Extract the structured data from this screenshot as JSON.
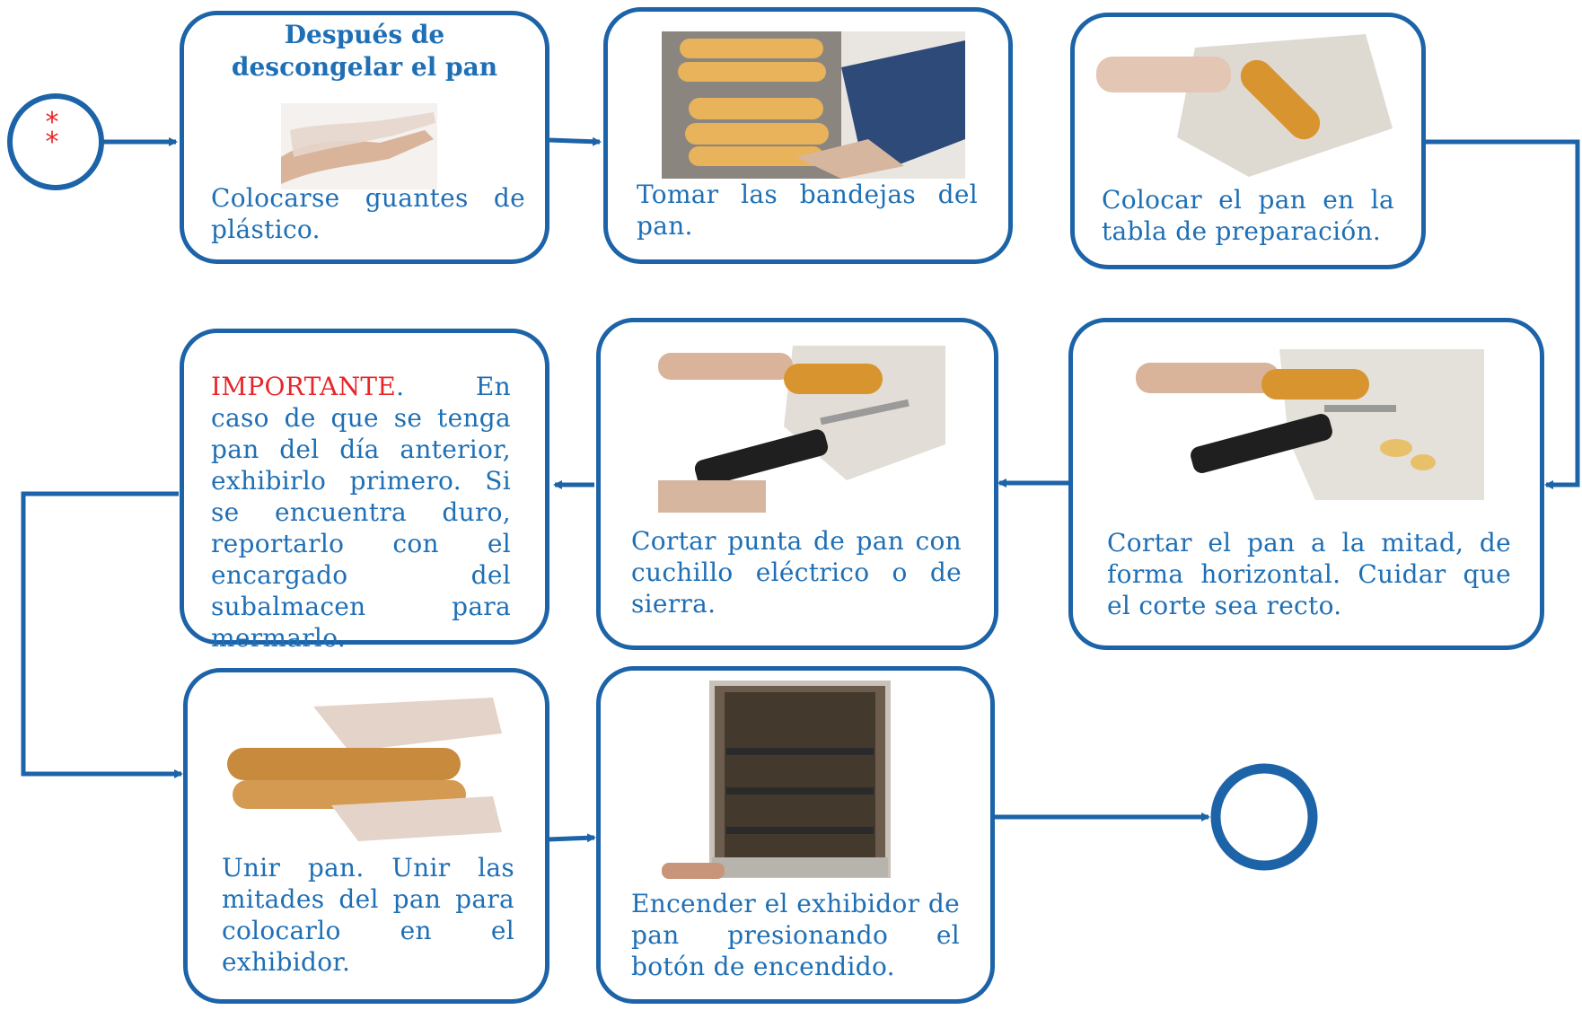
{
  "start_connector": {
    "symbol": "*\n*",
    "color": "#e8262a"
  },
  "end_connector": {
    "label": ""
  },
  "colors": {
    "box_border": "#1c63a8",
    "text": "#1e6fb5",
    "arrow": "#1c63a8",
    "important": "#e8262a"
  },
  "steps": [
    {
      "heading": "Después de descongelar el pan",
      "text": "Colocarse guantes de plástico.",
      "image": "gloved-hands-photo"
    },
    {
      "text": "Tomar las bandejas del pan.",
      "image": "bread-trays-photo"
    },
    {
      "text": "Colocar el pan en la tabla de preparación.",
      "image": "bread-on-board-photo"
    },
    {
      "text": "Cortar el pan a la mitad, de forma horizontal.  Cuidar que el corte sea recto.",
      "image": "slicing-bread-photo"
    },
    {
      "text": "Cortar punta de pan con cuchillo eléctrico o de sierra.",
      "image": "cutting-tip-photo"
    },
    {
      "important_label": "IMPORTANTE",
      "text": ". En caso de que se tenga pan del día anterior, exhibirlo primero. Si se encuentra duro, reportarlo con el encargado del subalmacen para mermarlo."
    },
    {
      "text": "Unir pan. Unir las mitades del pan para colocarlo en el exhibidor.",
      "image": "joined-bread-photo"
    },
    {
      "text": "Encender el exhibidor de pan presionando el botón de encendido.",
      "image": "bread-display-case-photo"
    }
  ]
}
